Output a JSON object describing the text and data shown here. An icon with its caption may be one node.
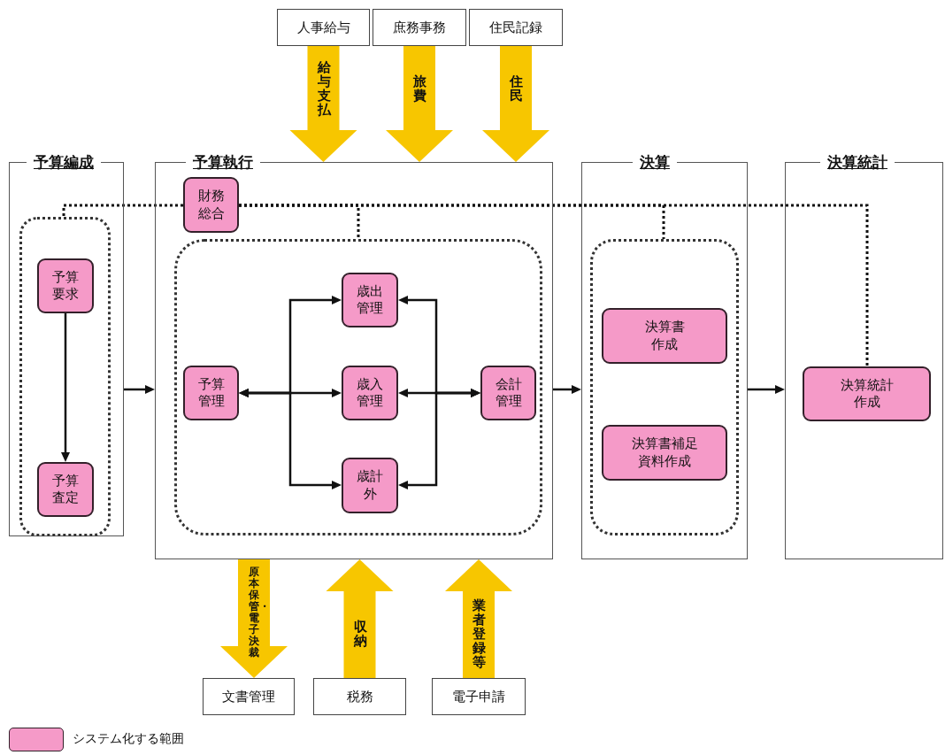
{
  "diagram": {
    "nodes": [
      {
        "text": [
          "予算編成"
        ]
      },
      {
        "text": [],
        "shape": "box",
        "in": 0
      },
      {
        "text": [
          "予算要求"
        ],
        "in": 1
      },
      {
        "text": [
          "予算査定"
        ],
        "in": 1
      },
      {
        "text": [
          "予算執行"
        ]
      },
      {
        "text": [
          "財務総合"
        ],
        "in": 4
      },
      {
        "text": [],
        "shape": "box",
        "in": 4
      },
      {
        "text": [
          "予算管理"
        ],
        "in": 6
      },
      {
        "text": [
          "歳出管理"
        ],
        "in": 6
      },
      {
        "text": [
          "歳入管理"
        ],
        "in": 6
      },
      {
        "text": [
          "歳計外"
        ],
        "in": 6
      },
      {
        "text": [
          "会計管理"
        ],
        "in": 6
      },
      {
        "text": [
          "決算"
        ]
      },
      {
        "text": [],
        "shape": "box",
        "in": 12
      },
      {
        "text": [
          "決算書作成"
        ],
        "in": 13
      },
      {
        "text": [
          "決算書補足資料作成"
        ],
        "in": 13
      },
      {
        "text": [
          "決算統計"
        ]
      },
      {
        "text": [
          "決算統計作成"
        ],
        "in": 16
      },
      {
        "text": [
          "人事給与"
        ]
      },
      {
        "text": [
          "庶務事務"
        ]
      },
      {
        "text": [
          "住民記録"
        ]
      },
      {
        "text": [
          "文書管理"
        ]
      },
      {
        "text": [
          "税務"
        ]
      },
      {
        "text": [
          "電子申請"
        ]
      }
    ],
    "edges": [
      {
        "from": 2,
        "to": 3,
        "arrow": "to"
      },
      {
        "from": 0,
        "to": 4,
        "arrow": "to"
      },
      {
        "from": 4,
        "to": 12,
        "arrow": "to"
      },
      {
        "from": 12,
        "to": 16,
        "arrow": "to"
      },
      {
        "from": 7,
        "to": 8,
        "arrow": "both"
      },
      {
        "from": 7,
        "to": 9,
        "arrow": "both"
      },
      {
        "from": 7,
        "to": 10,
        "arrow": "both"
      },
      {
        "from": 11,
        "to": 8,
        "arrow": "both"
      },
      {
        "from": 11,
        "to": 9,
        "arrow": "both"
      },
      {
        "from": 11,
        "to": 10,
        "arrow": "both"
      },
      {
        "from": 5,
        "to": 1,
        "arrow": "none",
        "style": "dashed"
      },
      {
        "from": 5,
        "to": 6,
        "arrow": "none",
        "style": "dashed"
      },
      {
        "from": 5,
        "to": 13,
        "arrow": "none",
        "style": "dashed"
      },
      {
        "from": 5,
        "to": 17,
        "arrow": "none",
        "style": "dashed"
      },
      {
        "from": 18,
        "to": 4,
        "arrow": "to",
        "label": "給与支払",
        "style": "thick",
        "color": "#f7c600"
      },
      {
        "from": 19,
        "to": 4,
        "arrow": "to",
        "label": "旅費",
        "style": "thick",
        "color": "#f7c600"
      },
      {
        "from": 20,
        "to": 4,
        "arrow": "to",
        "label": "住民",
        "style": "thick",
        "color": "#f7c600"
      },
      {
        "from": 4,
        "to": 21,
        "arrow": "to",
        "label": "原本保管・電子決裁",
        "style": "thick",
        "color": "#f7c600"
      },
      {
        "from": 22,
        "to": 4,
        "arrow": "to",
        "label": "収納",
        "style": "thick",
        "color": "#f7c600"
      },
      {
        "from": 23,
        "to": 4,
        "arrow": "to",
        "label": "業者登録等",
        "style": "thick",
        "color": "#f7c600"
      }
    ],
    "legend": [
      {
        "text": "システム化する範囲",
        "color": "#f59ac8"
      }
    ]
  }
}
